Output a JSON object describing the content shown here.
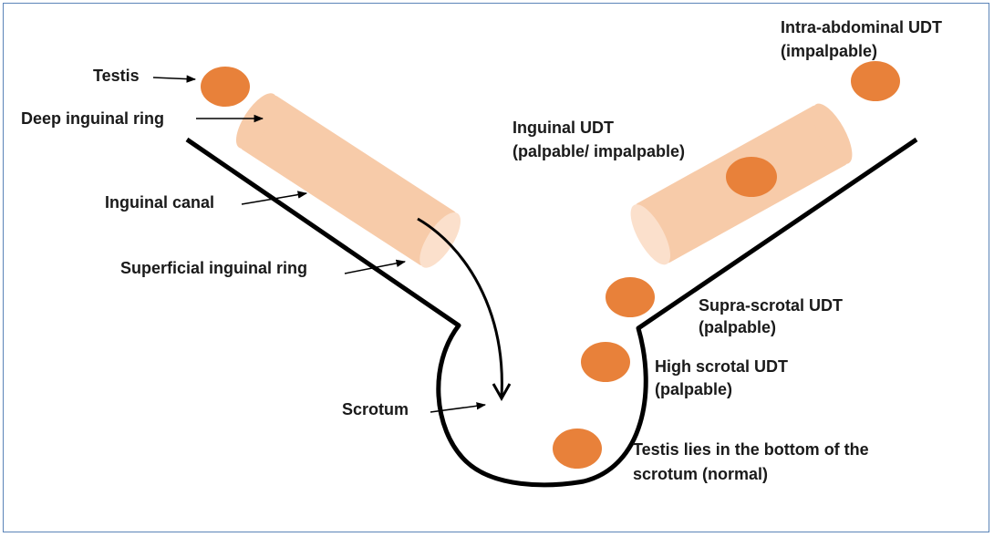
{
  "colors": {
    "testis": "#e8813a",
    "canal": "#f7cba9",
    "canal_end": "#fbe0cc",
    "outline": "#000000",
    "frame": "#5b84b8"
  },
  "labels_left": {
    "testis": "Testis",
    "deep_ring": "Deep inguinal ring",
    "inguinal_canal": "Inguinal canal",
    "superficial_ring": "Superficial inguinal ring",
    "scrotum": "Scrotum"
  },
  "labels_right": {
    "intra_abdominal_1": "Intra-abdominal UDT",
    "intra_abdominal_2": "(impalpable)",
    "inguinal_1": "Inguinal UDT",
    "inguinal_2": "(palpable/ impalpable)",
    "suprascrotal_1": "Supra-scrotal UDT",
    "suprascrotal_2": "(palpable)",
    "high_scrotal_1": "High scrotal UDT",
    "high_scrotal_2": "(palpable)",
    "normal_1": "Testis lies in the bottom of the",
    "normal_2": "scrotum (normal)"
  }
}
